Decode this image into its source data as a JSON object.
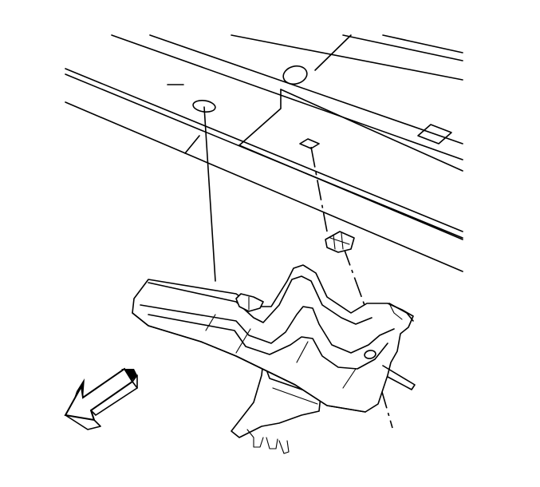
{
  "figure": {
    "kind": "line-art exploded-view illustration",
    "parts": [
      "vehicle-frame-rail",
      "mounting-bracket",
      "retaining-clip",
      "fastener-holes",
      "alignment-lines",
      "direction-arrow"
    ],
    "arrow_direction": "front-left"
  },
  "colors": {
    "ink": "#000000",
    "paper": "#ffffff"
  }
}
